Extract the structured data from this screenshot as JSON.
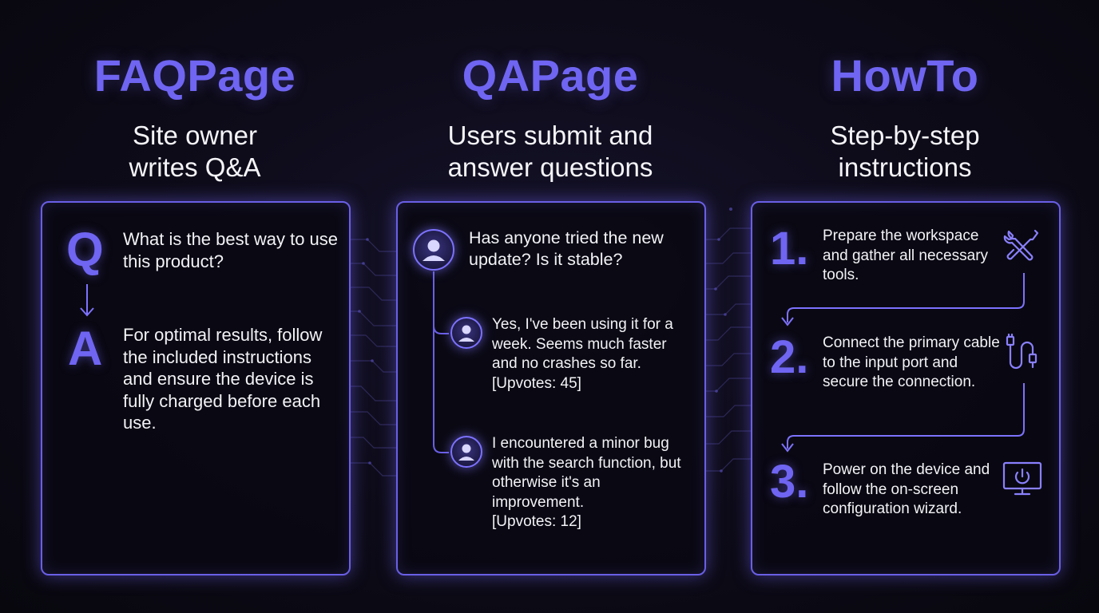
{
  "columns": {
    "faq": {
      "title": "FAQPage",
      "subtitle_line1": "Site owner",
      "subtitle_line2": "writes Q&A",
      "q_letter": "Q",
      "a_letter": "A",
      "question": "What is the best way to use this product?",
      "answer": "For optimal results, follow the included instructions and ensure the device is fully charged before each use."
    },
    "qa": {
      "title": "QAPage",
      "subtitle_line1": "Users submit and",
      "subtitle_line2": "answer questions",
      "question": "Has anyone tried the new update? Is it stable?",
      "replies": [
        {
          "text": "Yes, I've been using it for a week. Seems much faster and no crashes so far.",
          "upvotes": "[Upvotes: 45]"
        },
        {
          "text": "I encountered a minor bug with the search function, but otherwise it's an improvement.",
          "upvotes": "[Upvotes: 12]"
        }
      ]
    },
    "howto": {
      "title": "HowTo",
      "subtitle_line1": "Step-by-step",
      "subtitle_line2": "instructions",
      "steps": [
        {
          "number": "1.",
          "text": "Prepare the workspace and gather all necessary tools.",
          "icon": "tools-icon"
        },
        {
          "number": "2.",
          "text": "Connect the primary cable to the input port and secure the connection.",
          "icon": "cable-icon"
        },
        {
          "number": "3.",
          "text": "Power on the device and follow the on-screen configuration wizard.",
          "icon": "power-monitor-icon"
        }
      ]
    }
  },
  "colors": {
    "accent": "#6f65f2",
    "card_border": "#6a5fe6",
    "background": "#0b0a12",
    "text": "#f2f2f6"
  }
}
